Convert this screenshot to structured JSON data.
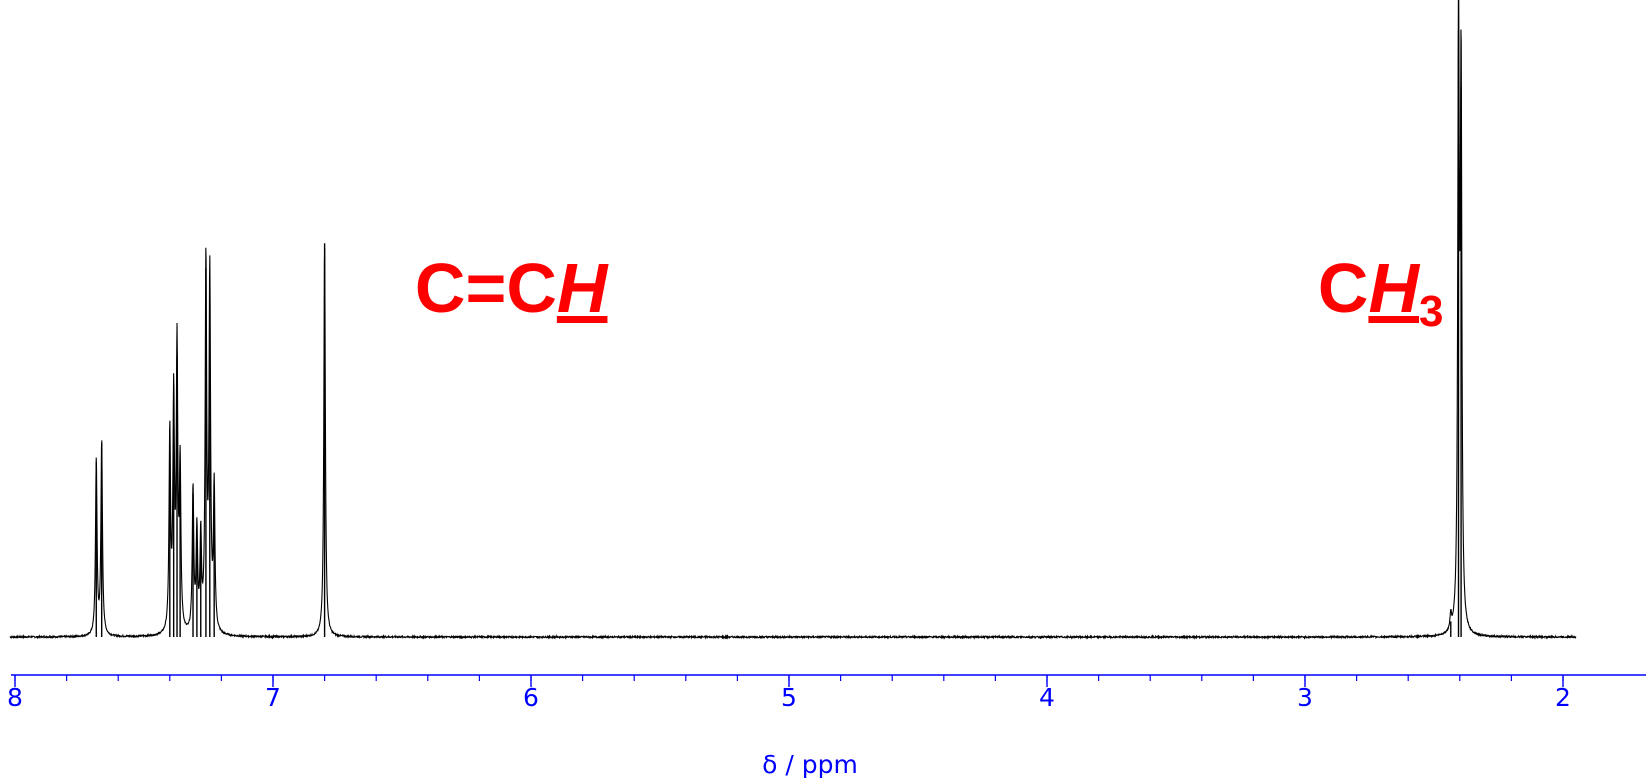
{
  "chart_data": {
    "type": "line",
    "title": "",
    "xlabel": "δ / ppm",
    "ylabel": "",
    "xlim": [
      8.0,
      2.0
    ],
    "x_reversed": true,
    "grid": false,
    "legend": "none",
    "y_range": [
      0,
      1.0
    ],
    "tick_labels": [
      "8",
      "7",
      "6",
      "5",
      "4",
      "3",
      "2"
    ],
    "tick_values": [
      8,
      7,
      6,
      5,
      4,
      3,
      2
    ],
    "minor_tick_step": 0.2,
    "annotations": [
      {
        "prefix": "C=C",
        "h": "H",
        "sub": "",
        "x": 6.45,
        "y": 0.52
      },
      {
        "prefix": "C",
        "h": "H",
        "sub": "3",
        "x": 2.95,
        "y": 0.52
      }
    ],
    "series": [
      {
        "peaks": [
          {
            "x": 7.685,
            "y": 0.28
          },
          {
            "x": 7.664,
            "y": 0.31
          },
          {
            "x": 7.4,
            "y": 0.32
          },
          {
            "x": 7.385,
            "y": 0.37
          },
          {
            "x": 7.372,
            "y": 0.45
          },
          {
            "x": 7.36,
            "y": 0.26
          },
          {
            "x": 7.31,
            "y": 0.23
          },
          {
            "x": 7.295,
            "y": 0.16
          },
          {
            "x": 7.28,
            "y": 0.15
          },
          {
            "x": 7.26,
            "y": 0.59
          },
          {
            "x": 7.245,
            "y": 0.57
          },
          {
            "x": 7.228,
            "y": 0.23
          },
          {
            "x": 6.8,
            "y": 0.63
          },
          {
            "x": 2.435,
            "y": 0.025
          },
          {
            "x": 2.405,
            "y": 0.97
          },
          {
            "x": 2.395,
            "y": 0.88
          }
        ]
      }
    ],
    "colors": {
      "trace": "#000000",
      "axis": "#0000ff",
      "annotation": "#ff0000"
    }
  }
}
